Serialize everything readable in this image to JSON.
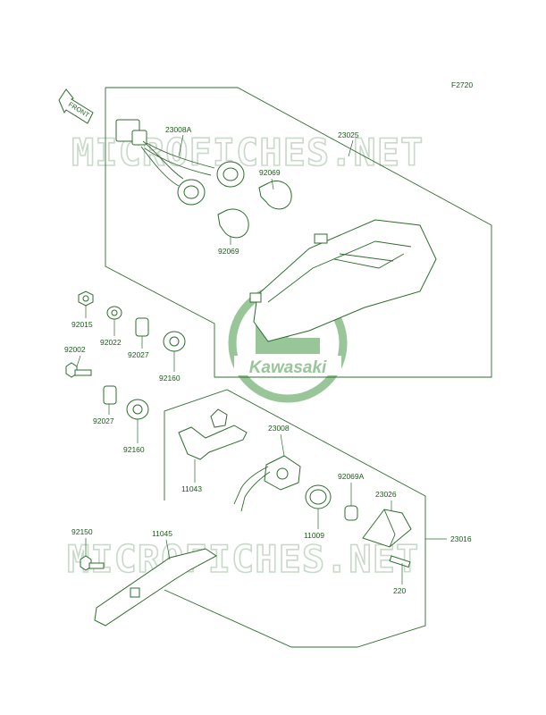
{
  "figure_code": "F2720",
  "front_label": "FRONT",
  "watermark_text": "MICROFICHES.NET",
  "logo_text": "Kawasaki",
  "part_labels": {
    "p23008A": "23008A",
    "p23025": "23025",
    "p92069_upper": "92069",
    "p92069_lower": "92069",
    "p92015": "92015",
    "p92022": "92022",
    "p92002": "92002",
    "p92027_upper": "92027",
    "p92160_upper": "92160",
    "p92027_lower": "92027",
    "p92160_lower": "92160",
    "p23008": "23008",
    "p11043": "11043",
    "p92069A": "92069A",
    "p23026": "23026",
    "p11009": "11009",
    "p23016": "23016",
    "p92150": "92150",
    "p11045": "11045",
    "p220": "220"
  },
  "colors": {
    "line": "#2f6b2f",
    "label": "#1a5a1a",
    "watermark": "#c9d9c9",
    "logo": "#8fc08f"
  }
}
